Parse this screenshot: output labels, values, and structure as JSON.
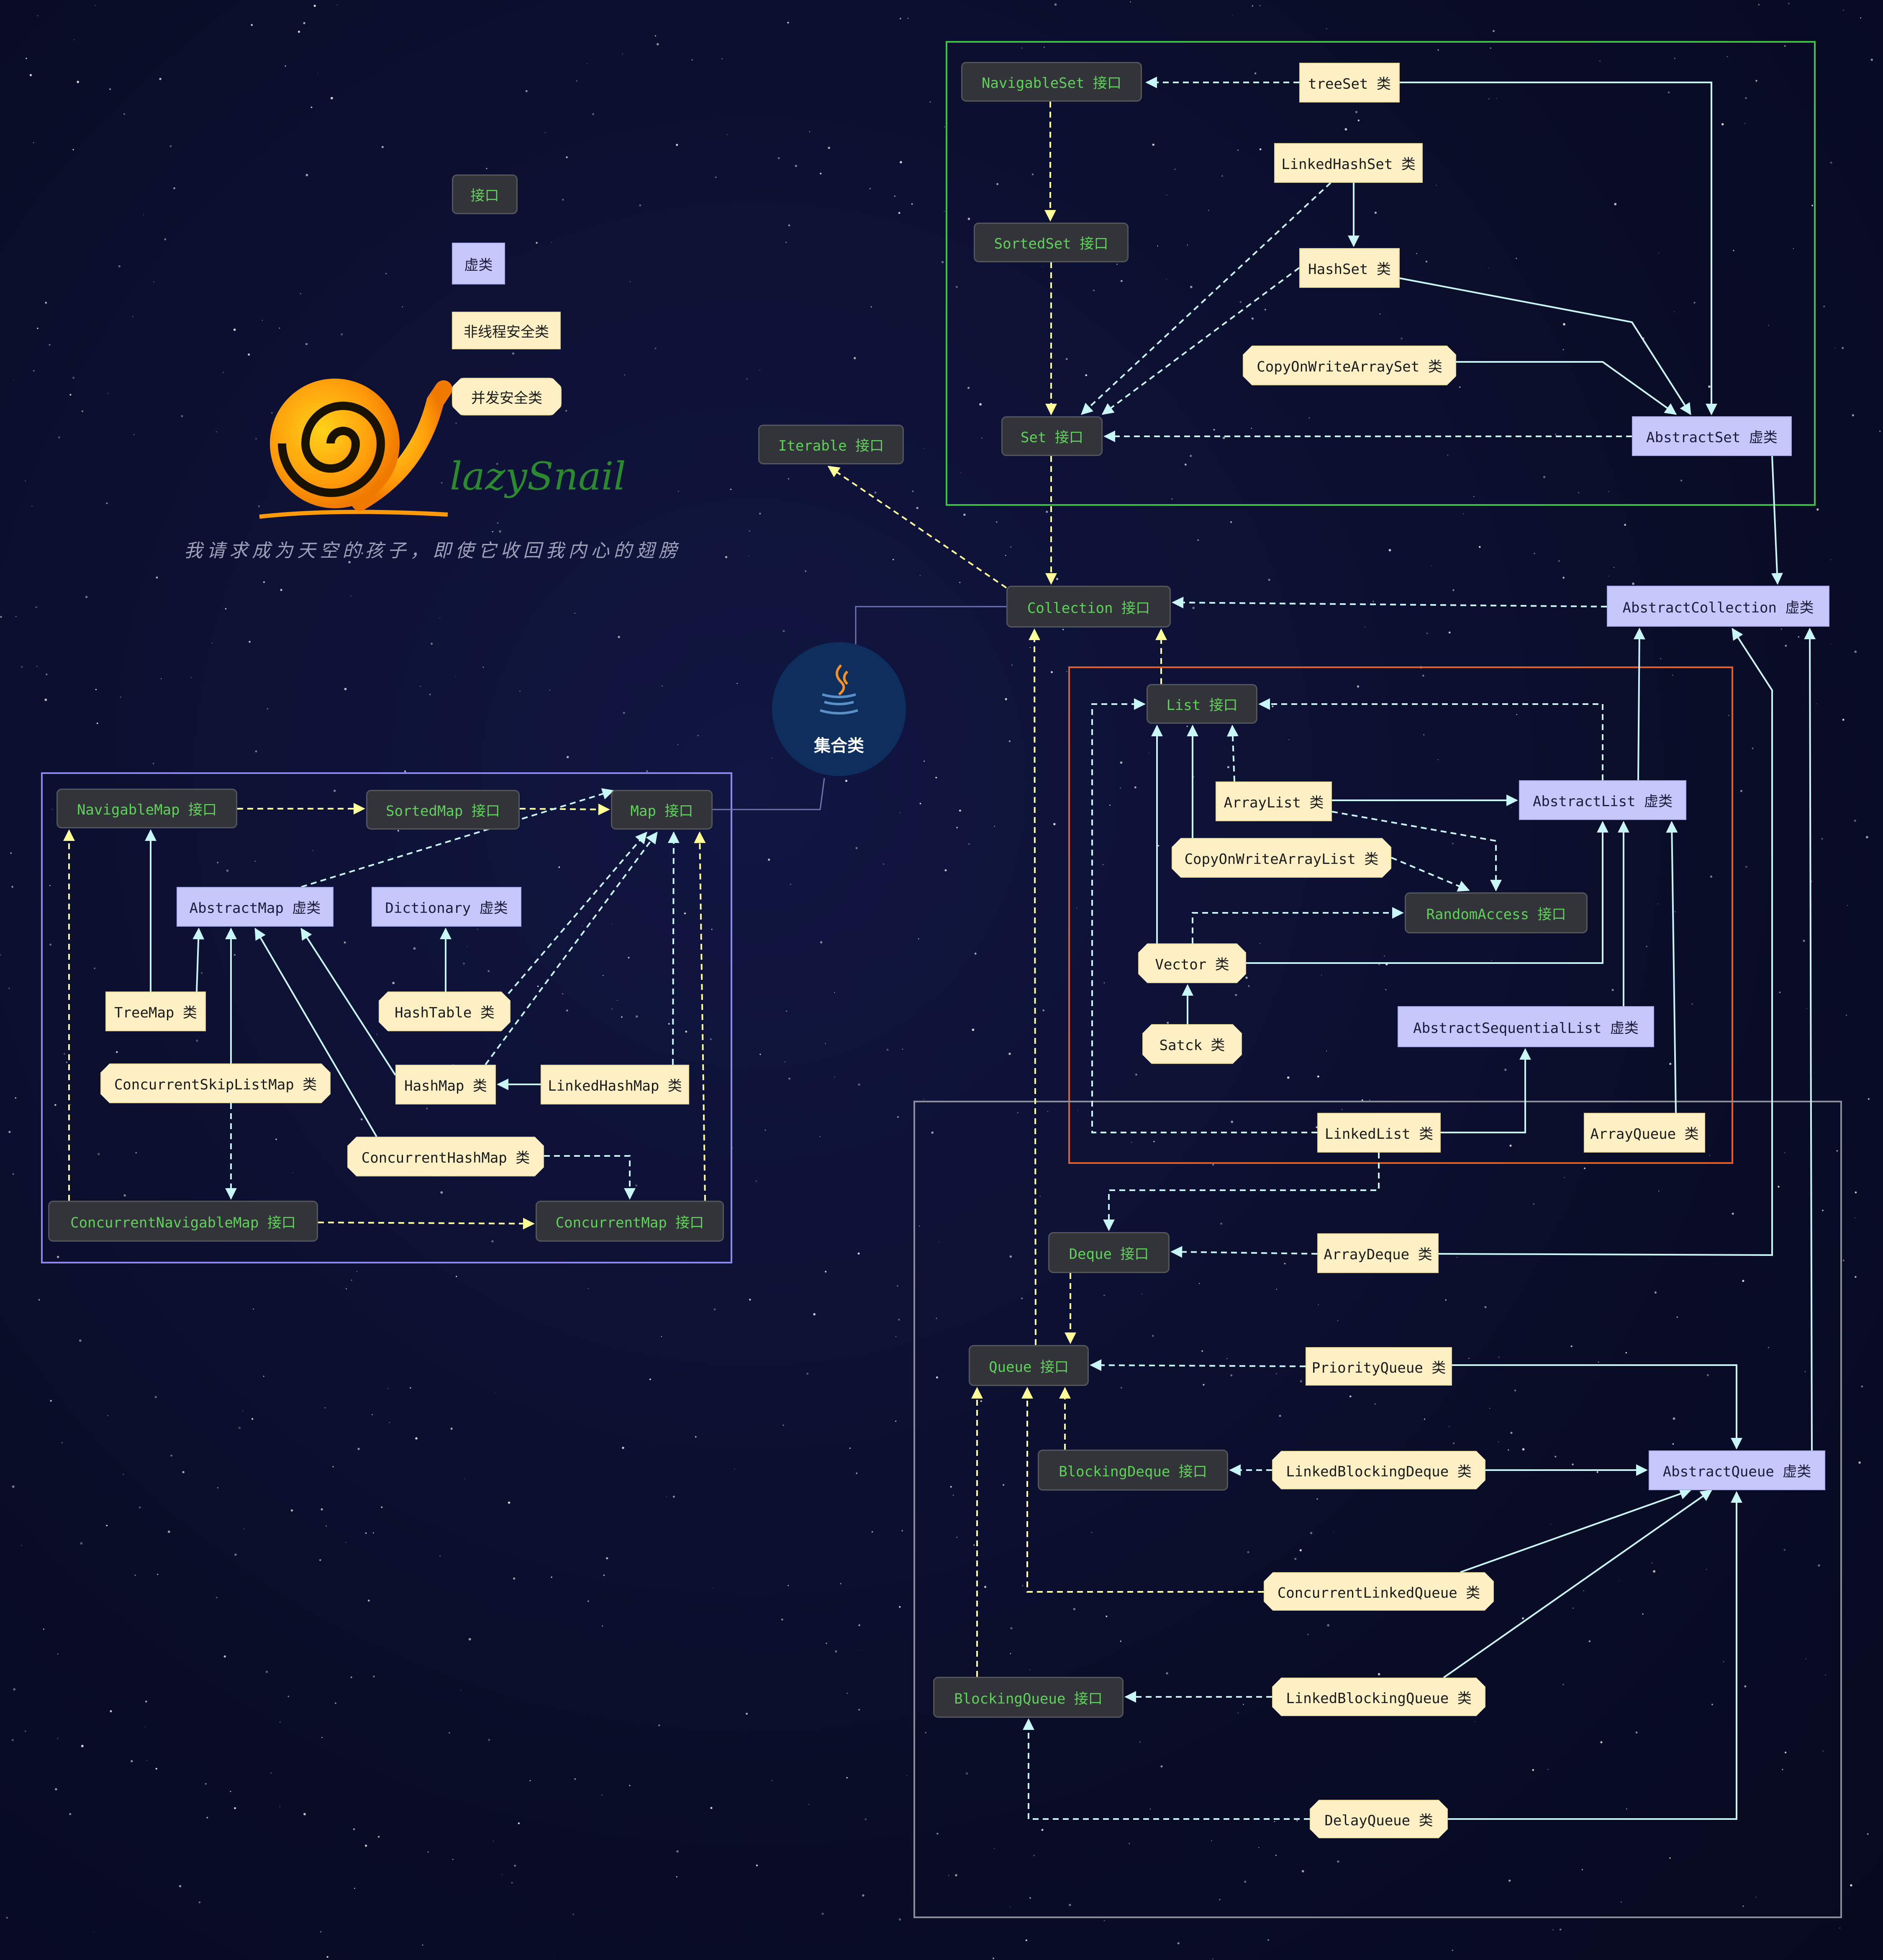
{
  "legend": {
    "interface": "接口",
    "abstract": "虚类",
    "unsafe": "非线程安全类",
    "concurrent": "并发安全类"
  },
  "brand": {
    "name": "lazySnail",
    "slogan": "我请求成为天空的孩子，即使它收回我内心的翅膀"
  },
  "center": {
    "label": "集合类"
  },
  "nodes": {
    "navigableSet": "NavigableSet 接口",
    "treeSet": "treeSet 类",
    "linkedHashSet": "LinkedHashSet 类",
    "sortedSet": "SortedSet 接口",
    "hashSet": "HashSet 类",
    "copyOnWriteArraySet": "CopyOnWriteArraySet 类",
    "set": "Set 接口",
    "abstractSet": "AbstractSet 虚类",
    "iterable": "Iterable 接口",
    "collection": "Collection 接口",
    "abstractCollection": "AbstractCollection 虚类",
    "list": "List 接口",
    "arrayList": "ArrayList 类",
    "abstractList": "AbstractList 虚类",
    "copyOnWriteArrayList": "CopyOnWriteArrayList 类",
    "randomAccess": "RandomAccess 接口",
    "vector": "Vector 类",
    "satck": "Satck 类",
    "abstractSequentialList": "AbstractSequentialList 虚类",
    "linkedList": "LinkedList 类",
    "arrayQueue": "ArrayQueue 类",
    "deque": "Deque 接口",
    "arrayDeque": "ArrayDeque 类",
    "queue": "Queue 接口",
    "priorityQueue": "PriorityQueue 类",
    "blockingDeque": "BlockingDeque 接口",
    "linkedBlockingDeque": "LinkedBlockingDeque 类",
    "abstractQueue": "AbstractQueue 虚类",
    "concurrentLinkedQueue": "ConcurrentLinkedQueue 类",
    "blockingQueue": "BlockingQueue 接口",
    "linkedBlockingQueue": "LinkedBlockingQueue 类",
    "delayQueue": "DelayQueue 类",
    "navigableMap": "NavigableMap 接口",
    "sortedMap": "SortedMap 接口",
    "map": "Map 接口",
    "abstractMap": "AbstractMap 虚类",
    "dictionary": "Dictionary 虚类",
    "treeMap": "TreeMap 类",
    "hashTable": "HashTable 类",
    "concurrentSkipListMap": "ConcurrentSkipListMap 类",
    "hashMap": "HashMap 类",
    "linkedHashMap": "LinkedHashMap 类",
    "concurrentHashMap": "ConcurrentHashMap 类",
    "concurrentNavigableMap": "ConcurrentNavigableMap 接口",
    "concurrentMap": "ConcurrentMap 接口"
  },
  "colors": {
    "background": "#0b0e2a",
    "interfaceFill": "#33343a",
    "interfaceText": "#5fd25a",
    "abstractFill": "#c6c8fb",
    "classFill": "#fdf0c4",
    "implementsEdge": "#ffff99",
    "extendsEdge": "#c8f5f5",
    "setGroup": "#3fbf4a",
    "listGroup": "#e0602a",
    "queueGroup": "#8a8c9a",
    "mapGroup": "#8b88f0"
  }
}
